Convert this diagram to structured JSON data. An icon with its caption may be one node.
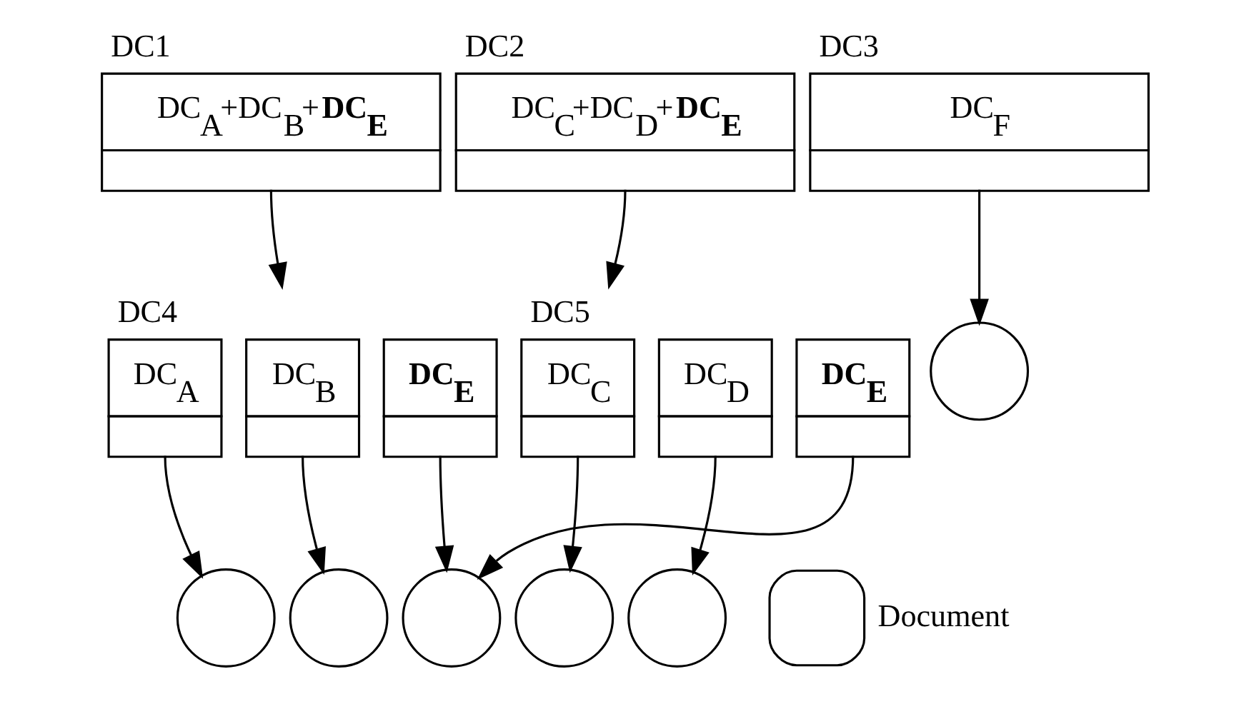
{
  "diagram": {
    "nodes": [
      {
        "text": [
          "DC1",
          "DC$_{A}$+DC$_{B}$+**DC$_{E}$**"
        ]
      },
      {
        "text": [
          "DC2",
          "DC$_{C}$+DC$_{D}$+**DC$_{E}$**"
        ]
      },
      {
        "text": [
          "DC3",
          "DC$_{F}$"
        ]
      },
      {
        "text": [
          "DC4",
          "DC$_{A}$"
        ]
      },
      {
        "text": [
          "DC$_{B}$"
        ]
      },
      {
        "text": [
          "**DC$_{E}$**"
        ]
      },
      {
        "text": [
          "DC5",
          "DC$_{C}$"
        ]
      },
      {
        "text": [
          "DC$_{D}$"
        ]
      },
      {
        "text": [
          "**DC$_{E}$**"
        ]
      },
      {
        "text": [],
        "shape": "circle"
      },
      {
        "text": [],
        "shape": "circle"
      },
      {
        "text": [],
        "shape": "circle"
      },
      {
        "text": [],
        "shape": "circle"
      },
      {
        "text": [],
        "shape": "circle"
      },
      {
        "text": [],
        "shape": "circle"
      }
    ],
    "edges": [
      {
        "from": 0,
        "to": 4,
        "arrow": "to"
      },
      {
        "from": 1,
        "to": 6,
        "arrow": "to"
      },
      {
        "from": 2,
        "to": 9,
        "arrow": "to"
      },
      {
        "from": 3,
        "to": 10,
        "arrow": "to"
      },
      {
        "from": 4,
        "to": 11,
        "arrow": "to"
      },
      {
        "from": 5,
        "to": 12,
        "arrow": "to"
      },
      {
        "from": 6,
        "to": 13,
        "arrow": "to"
      },
      {
        "from": 7,
        "to": 14,
        "arrow": "to"
      },
      {
        "from": 8,
        "to": 12,
        "arrow": "to"
      }
    ],
    "legend": [
      {
        "text": "Document"
      }
    ]
  }
}
